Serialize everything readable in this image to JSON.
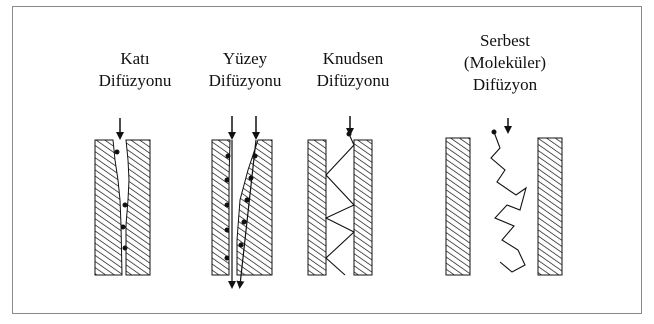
{
  "diagram": {
    "panels": [
      {
        "id": "kati",
        "line1": "Katı",
        "line2": "Difüzyonu",
        "line3": ""
      },
      {
        "id": "yuzey",
        "line1": "Yüzey",
        "line2": "Difüzyonu",
        "line3": ""
      },
      {
        "id": "knudsen",
        "line1": "Knudsen",
        "line2": "Difüzyonu",
        "line3": ""
      },
      {
        "id": "serbest",
        "line1": "Serbest",
        "line2": "(Moleküler)",
        "line3": "Difüzyon"
      }
    ],
    "colors": {
      "ink": "#111111",
      "frame": "#8a8a8a",
      "background": "#ffffff"
    }
  }
}
